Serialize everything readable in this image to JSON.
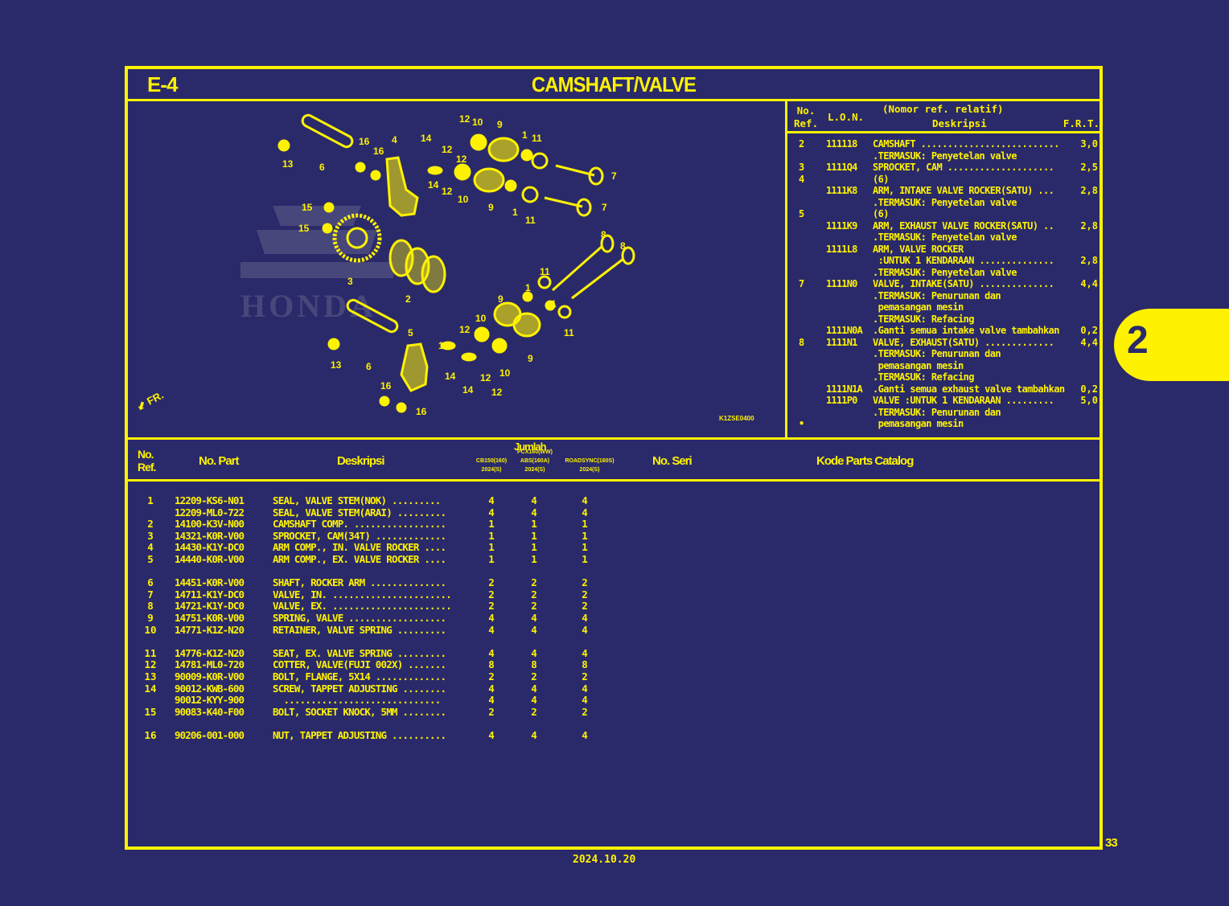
{
  "header": {
    "section_code": "E-4",
    "title": "CAMSHAFT/VALVE"
  },
  "diagram": {
    "code": "K1ZSE0400",
    "direction_label": "FR.",
    "watermark": "HONDA",
    "callouts": [
      "1",
      "2",
      "3",
      "4",
      "5",
      "6",
      "7",
      "8",
      "9",
      "10",
      "11",
      "12",
      "13",
      "14",
      "15",
      "16"
    ]
  },
  "frt_table": {
    "headers": {
      "ref_line1": "No.",
      "ref_line2": "Ref.",
      "lon": "L.O.N.",
      "relative": "(Nomor ref. relatif)",
      "desc": "Deskripsi",
      "frt": "F.R.T."
    },
    "rows": [
      {
        "ref": "2",
        "lon": "111118",
        "desc": "CAMSHAFT ..........................",
        "frt": "3,0"
      },
      {
        "ref": "",
        "lon": "",
        "desc": ".TERMASUK: Penyetelan valve",
        "frt": ""
      },
      {
        "ref": "3",
        "lon": "1111Q4",
        "desc": "SPROCKET, CAM ....................",
        "frt": "2,5"
      },
      {
        "ref": "4",
        "lon": "",
        "desc": "(6)",
        "frt": ""
      },
      {
        "ref": "",
        "lon": "1111K8",
        "desc": "ARM, INTAKE VALVE ROCKER(SATU) ...",
        "frt": "2,8"
      },
      {
        "ref": "",
        "lon": "",
        "desc": ".TERMASUK: Penyetelan valve",
        "frt": ""
      },
      {
        "ref": "5",
        "lon": "",
        "desc": "(6)",
        "frt": ""
      },
      {
        "ref": "",
        "lon": "1111K9",
        "desc": "ARM, EXHAUST VALVE ROCKER(SATU) ..",
        "frt": "2,8"
      },
      {
        "ref": "",
        "lon": "",
        "desc": ".TERMASUK: Penyetelan valve",
        "frt": ""
      },
      {
        "ref": "",
        "lon": "1111L8",
        "desc": "ARM, VALVE ROCKER",
        "frt": ""
      },
      {
        "ref": "",
        "lon": "",
        "desc": " :UNTUK 1 KENDARAAN ..............",
        "frt": "2,8"
      },
      {
        "ref": "",
        "lon": "",
        "desc": ".TERMASUK: Penyetelan valve",
        "frt": ""
      },
      {
        "ref": "7",
        "lon": "1111N0",
        "desc": "VALVE, INTAKE(SATU) ..............",
        "frt": "4,4"
      },
      {
        "ref": "",
        "lon": "",
        "desc": ".TERMASUK: Penurunan dan",
        "frt": ""
      },
      {
        "ref": "",
        "lon": "",
        "desc": " pemasangan mesin",
        "frt": ""
      },
      {
        "ref": "",
        "lon": "",
        "desc": ".TERMASUK: Refacing",
        "frt": ""
      },
      {
        "ref": "",
        "lon": "1111N0A",
        "desc": ".Ganti semua intake valve tambahkan",
        "frt": "0,2"
      },
      {
        "ref": "8",
        "lon": "1111N1",
        "desc": "VALVE, EXHAUST(SATU) .............",
        "frt": "4,4"
      },
      {
        "ref": "",
        "lon": "",
        "desc": ".TERMASUK: Penurunan dan",
        "frt": ""
      },
      {
        "ref": "",
        "lon": "",
        "desc": " pemasangan mesin",
        "frt": ""
      },
      {
        "ref": "",
        "lon": "",
        "desc": ".TERMASUK: Refacing",
        "frt": ""
      },
      {
        "ref": "",
        "lon": "1111N1A",
        "desc": ".Ganti semua exhaust valve tambahkan",
        "frt": "0,2"
      },
      {
        "ref": "",
        "lon": "1111P0",
        "desc": "VALVE :UNTUK 1 KENDARAAN .........",
        "frt": "5,0"
      },
      {
        "ref": "",
        "lon": "",
        "desc": ".TERMASUK: Penurunan dan",
        "frt": ""
      },
      {
        "ref": "•",
        "lon": "",
        "desc": " pemasangan mesin",
        "frt": ""
      }
    ]
  },
  "parts_table": {
    "headers": {
      "ref_line1": "No.",
      "ref_line2": "Ref.",
      "part_no": "No. Part",
      "desc": "Deskripsi",
      "qty": "Jumlah",
      "models": [
        {
          "name": "CB150(160)",
          "year": "2024(S)"
        },
        {
          "name": "PCX160(WW) ABS(160A)",
          "year": "2024(S)"
        },
        {
          "name": "ROADSYNC(160S)",
          "year": "2024(S)"
        }
      ],
      "serial": "No. Seri",
      "catalog": "Kode Parts Catalog"
    },
    "rows": [
      {
        "ref": "1",
        "part": "12209-KS6-N01",
        "desc": "SEAL, VALVE STEM(NOK) .........",
        "q": [
          "4",
          "4",
          "4"
        ],
        "gap": false
      },
      {
        "ref": "",
        "part": "12209-ML0-722",
        "desc": "SEAL, VALVE STEM(ARAI) .........",
        "q": [
          "4",
          "4",
          "4"
        ],
        "gap": false
      },
      {
        "ref": "2",
        "part": "14100-K3V-N00",
        "desc": "CAMSHAFT COMP. .................",
        "q": [
          "1",
          "1",
          "1"
        ],
        "gap": false
      },
      {
        "ref": "3",
        "part": "14321-K0R-V00",
        "desc": "SPROCKET, CAM(34T) .............",
        "q": [
          "1",
          "1",
          "1"
        ],
        "gap": false
      },
      {
        "ref": "4",
        "part": "14430-K1Y-DC0",
        "desc": "ARM COMP., IN. VALVE ROCKER ....",
        "q": [
          "1",
          "1",
          "1"
        ],
        "gap": false
      },
      {
        "ref": "5",
        "part": "14440-K0R-V00",
        "desc": "ARM COMP., EX. VALVE ROCKER ....",
        "q": [
          "1",
          "1",
          "1"
        ],
        "gap": false
      },
      {
        "ref": "6",
        "part": "14451-K0R-V00",
        "desc": "SHAFT, ROCKER ARM ..............",
        "q": [
          "2",
          "2",
          "2"
        ],
        "gap": true
      },
      {
        "ref": "7",
        "part": "14711-K1Y-DC0",
        "desc": "VALVE, IN. ......................",
        "q": [
          "2",
          "2",
          "2"
        ],
        "gap": false
      },
      {
        "ref": "8",
        "part": "14721-K1Y-DC0",
        "desc": "VALVE, EX. ......................",
        "q": [
          "2",
          "2",
          "2"
        ],
        "gap": false
      },
      {
        "ref": "9",
        "part": "14751-K0R-V00",
        "desc": "SPRING, VALVE ..................",
        "q": [
          "4",
          "4",
          "4"
        ],
        "gap": false
      },
      {
        "ref": "10",
        "part": "14771-K1Z-N20",
        "desc": "RETAINER, VALVE SPRING .........",
        "q": [
          "4",
          "4",
          "4"
        ],
        "gap": false
      },
      {
        "ref": "11",
        "part": "14776-K1Z-N20",
        "desc": "SEAT, EX. VALVE SPRING .........",
        "q": [
          "4",
          "4",
          "4"
        ],
        "gap": true
      },
      {
        "ref": "12",
        "part": "14781-ML0-720",
        "desc": "COTTER, VALVE(FUJI 002X) .......",
        "q": [
          "8",
          "8",
          "8"
        ],
        "gap": false
      },
      {
        "ref": "13",
        "part": "90009-K0R-V00",
        "desc": "BOLT, FLANGE, 5X14 .............",
        "q": [
          "2",
          "2",
          "2"
        ],
        "gap": false
      },
      {
        "ref": "14",
        "part": "90012-KWB-600",
        "desc": "SCREW, TAPPET ADJUSTING ........",
        "q": [
          "4",
          "4",
          "4"
        ],
        "gap": false
      },
      {
        "ref": "",
        "part": "90012-KYY-900",
        "desc": "  .............................",
        "q": [
          "4",
          "4",
          "4"
        ],
        "gap": false
      },
      {
        "ref": "15",
        "part": "90083-K40-F00",
        "desc": "BOLT, SOCKET KNOCK, 5MM ........",
        "q": [
          "2",
          "2",
          "2"
        ],
        "gap": false
      },
      {
        "ref": "16",
        "part": "90206-001-000",
        "desc": "NUT, TAPPET ADJUSTING ..........",
        "q": [
          "4",
          "4",
          "4"
        ],
        "gap": true
      }
    ]
  },
  "chapter_tab": "2",
  "page_number": "33",
  "print_date": "2024.10.20",
  "colors": {
    "background": "#2a2a6a",
    "accent": "#fff200"
  }
}
